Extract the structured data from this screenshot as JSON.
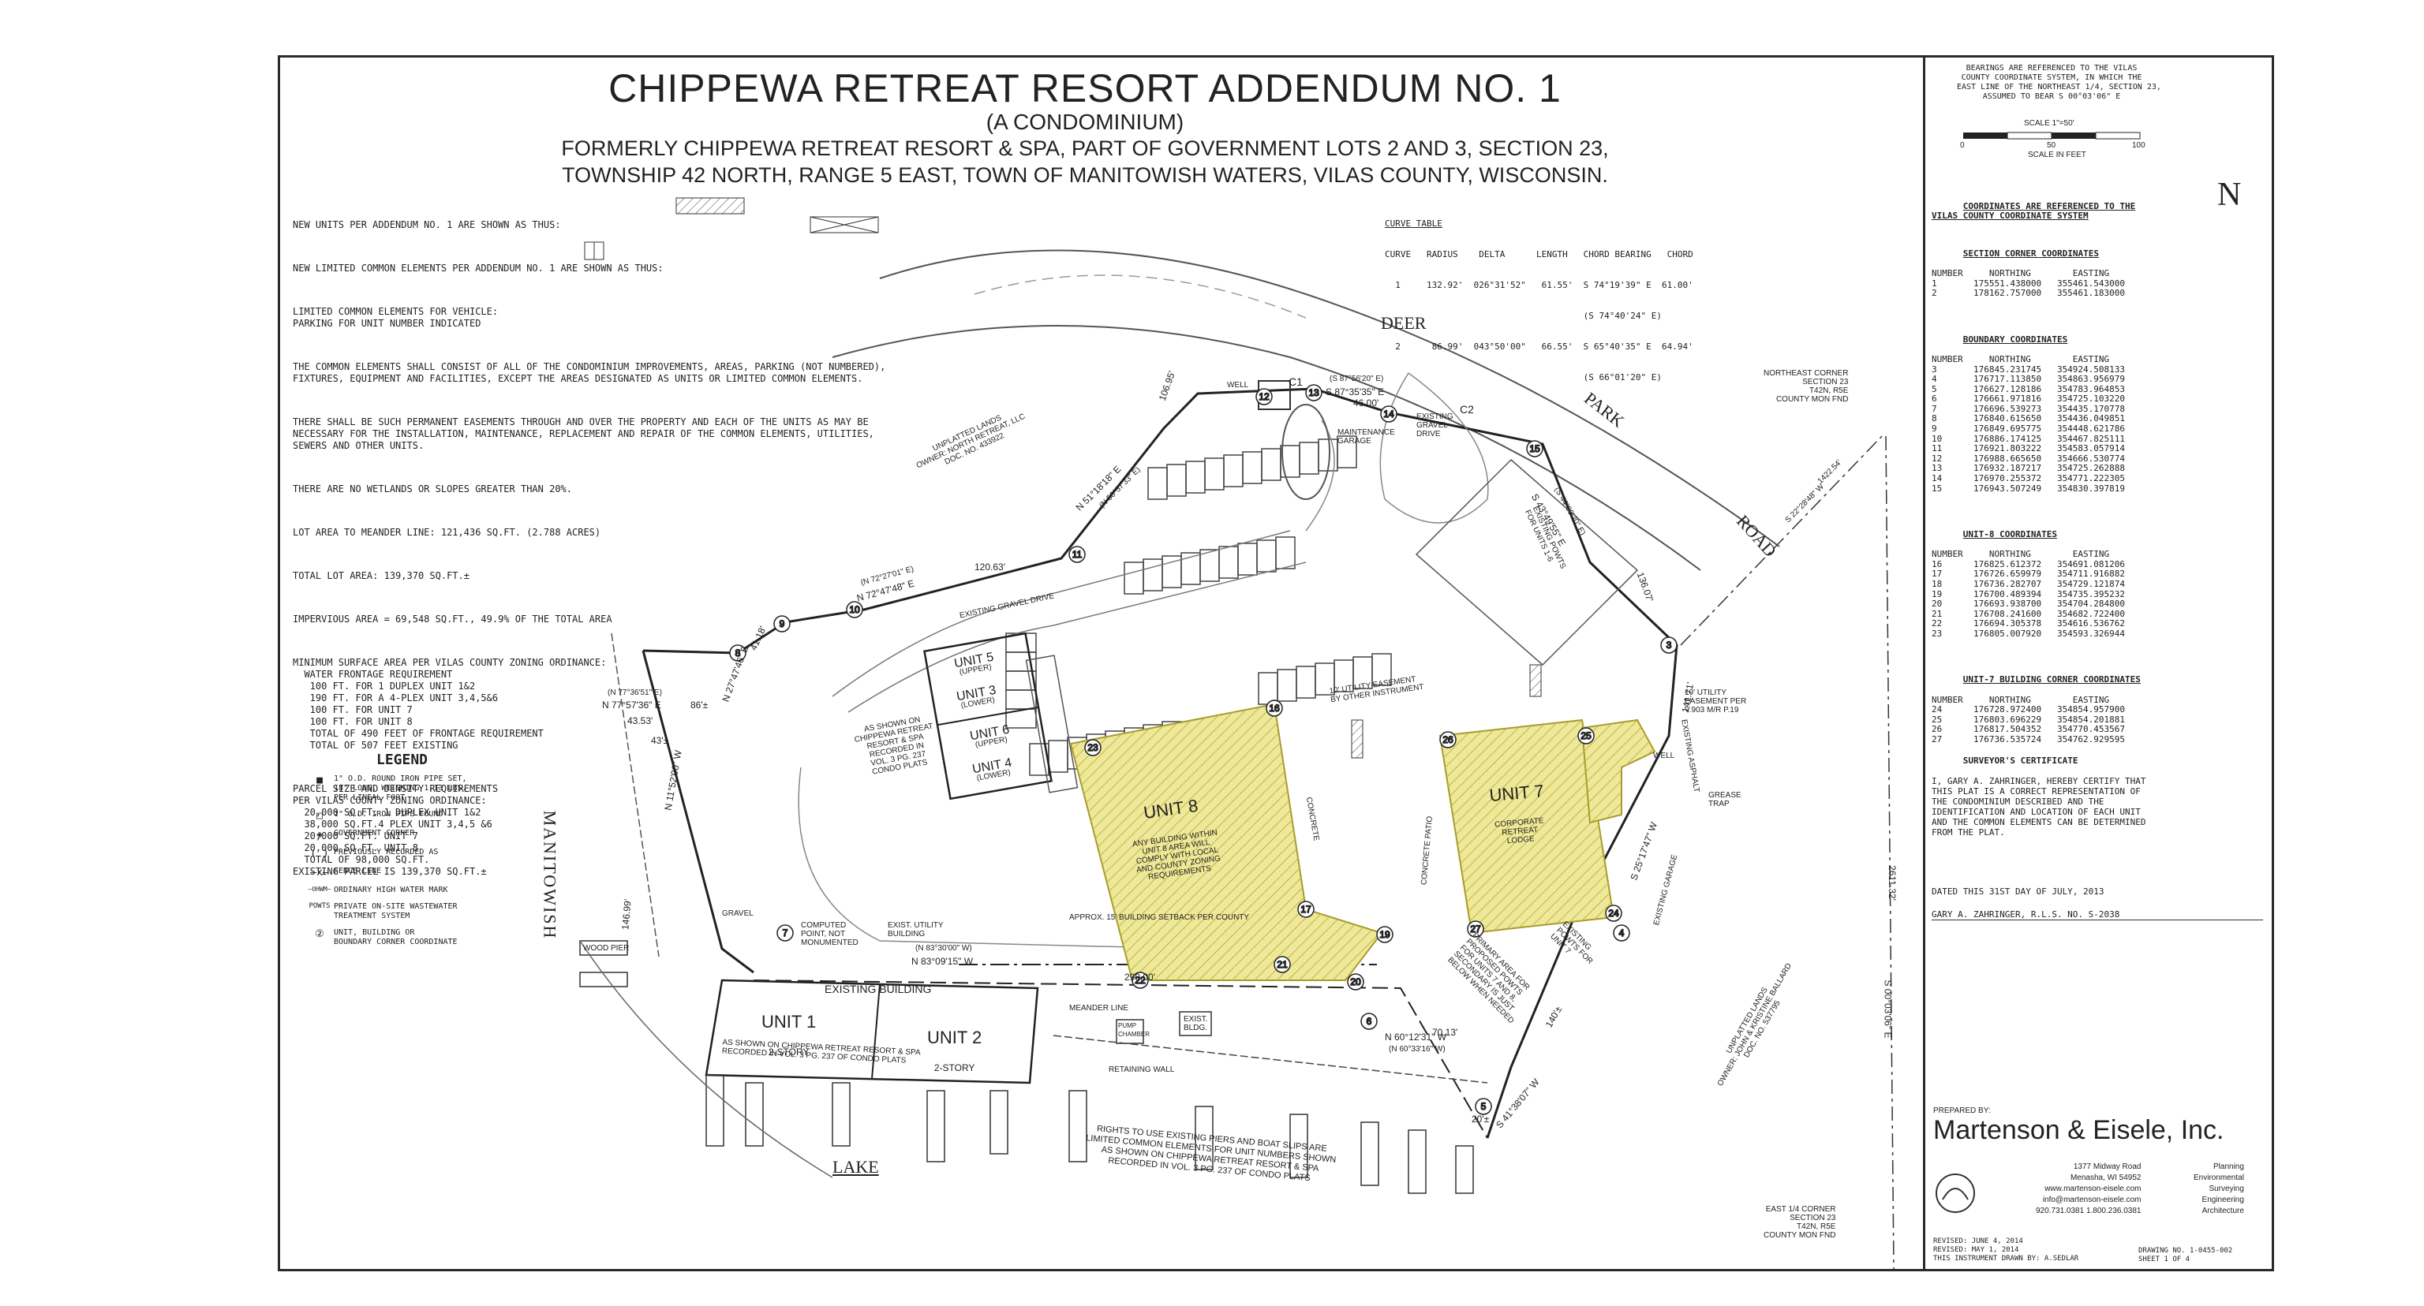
{
  "title": {
    "main": "CHIPPEWA RETREAT RESORT ADDENDUM NO. 1",
    "sub": "(A CONDOMINIUM)",
    "line3": "FORMERLY CHIPPEWA RETREAT RESORT & SPA, PART OF GOVERNMENT LOTS 2 AND 3, SECTION 23,",
    "line4": "TOWNSHIP 42 NORTH, RANGE 5 EAST, TOWN OF MANITOWISH WATERS, VILAS COUNTY, WISCONSIN."
  },
  "notes": {
    "n1": "NEW UNITS PER ADDENDUM NO. 1 ARE SHOWN AS THUS:",
    "n2": "NEW LIMITED COMMON ELEMENTS PER ADDENDUM NO. 1 ARE SHOWN AS THUS:",
    "n3": "LIMITED COMMON ELEMENTS FOR VEHICLE:\nPARKING FOR UNIT NUMBER INDICATED",
    "n4": "THE COMMON ELEMENTS SHALL CONSIST OF ALL OF THE CONDOMINIUM IMPROVEMENTS, AREAS, PARKING (NOT NUMBERED),\nFIXTURES, EQUIPMENT AND FACILITIES, EXCEPT THE AREAS DESIGNATED AS UNITS OR LIMITED COMMON ELEMENTS.",
    "n5": "THERE SHALL BE SUCH PERMANENT EASEMENTS THROUGH AND OVER THE PROPERTY AND EACH OF THE UNITS AS MAY BE\nNECESSARY FOR THE INSTALLATION, MAINTENANCE, REPLACEMENT AND REPAIR OF THE COMMON ELEMENTS, UTILITIES,\nSEWERS AND OTHER UNITS.",
    "n6": "THERE ARE NO WETLANDS OR SLOPES GREATER THAN 20%.",
    "n7": "LOT AREA TO MEANDER LINE: 121,436 SQ.FT. (2.788 ACRES)",
    "n8": "TOTAL LOT AREA: 139,370 SQ.FT.±",
    "n9": "IMPERVIOUS AREA = 69,548 SQ.FT., 49.9% OF THE TOTAL AREA",
    "n10": "MINIMUM SURFACE AREA PER VILAS COUNTY ZONING ORDINANCE:\n  WATER FRONTAGE REQUIREMENT\n   100 FT. FOR 1 DUPLEX UNIT 1&2\n   190 FT. FOR A 4-PLEX UNIT 3,4,5&6\n   100 FT. FOR UNIT 7\n   100 FT. FOR UNIT 8\n   TOTAL OF 490 FEET OF FRONTAGE REQUIREMENT\n   TOTAL OF 507 FEET EXISTING",
    "n11": "PARCEL SIZE AND DENSITY REQUIREMENTS\nPER VILAS COUNTY ZONING ORDINANCE:\n  20,000 SQ.FT. 1 DUPLEX UNIT 1&2\n  38,000 SQ.FT.4 PLEX UNIT 3,4,5 &6\n  20,000 SQ.FT. UNIT 7\n  20,000 SQ.FT. UNIT 8\n  TOTAL OF 98,000 SQ.FT.\nEXISTING PARCEL IS 139,370 SQ.FT.±"
  },
  "legend": {
    "title": "LEGEND",
    "items": [
      {
        "symbol": "■",
        "text": "1\" O.D. ROUND IRON PIPE SET,\n18\" LONG, WEIGHING 1.13 LBS.\nPER LINEAL FOOT"
      },
      {
        "symbol": "□",
        "text": "1\" O.D. IRON PIPE FOUND"
      },
      {
        "symbol": "◈",
        "text": "GOVERNMENT CORNER"
      },
      {
        "symbol": "( )",
        "text": "PREVIOUSLY RECORDED AS"
      },
      {
        "symbol": "—x—",
        "text": "FENCE LINE"
      },
      {
        "symbol": "—OHWM—",
        "text": "ORDINARY HIGH WATER MARK"
      },
      {
        "symbol": "POWTS",
        "text": "PRIVATE ON-SITE WASTEWATER\nTREATMENT SYSTEM"
      },
      {
        "symbol": "②",
        "text": "UNIT, BUILDING OR\nBOUNDARY CORNER COORDINATE"
      }
    ]
  },
  "curve_table": {
    "title": "CURVE TABLE",
    "header": "CURVE   RADIUS    DELTA      LENGTH   CHORD BEARING   CHORD",
    "rows": [
      "  1     132.92'  026°31'52\"   61.55'  S 74°19'39\" E  61.00'",
      "                                      (S 74°40'24\" E)",
      "  2      86.99'  043°50'00\"   66.55'  S 65°40'35\" E  64.94'",
      "                                      (S 66°01'20\" E)"
    ]
  },
  "bearings_note": "BEARINGS ARE REFERENCED TO THE VILAS\nCOUNTY COORDINATE SYSTEM, IN WHICH THE\nEAST LINE OF THE NORTHEAST 1/4, SECTION 23,\nASSUMED TO BEAR S 00°03'06\" E",
  "scale": {
    "label": "SCALE 1\"=50'",
    "t0": "0",
    "t50": "50",
    "t100": "100",
    "unit": "SCALE IN FEET"
  },
  "north": "N",
  "coordinates": {
    "heading": "COORDINATES ARE REFERENCED TO THE\nVILAS COUNTY COORDINATE SYSTEM",
    "section_title": "SECTION CORNER COORDINATES",
    "section_rows": "NUMBER     NORTHING        EASTING\n1       175551.438000   355461.543000\n2       178162.757000   355461.183000",
    "boundary_title": "BOUNDARY COORDINATES",
    "boundary_rows": "NUMBER     NORTHING        EASTING\n3       176845.231745   354924.508133\n4       176717.113850   354863.956979\n5       176627.128186   354783.964853\n6       176661.971816   354725.103220\n7       176696.539273   354435.170778\n8       176840.615650   354436.049851\n9       176849.695775   354448.621786\n10      176886.174125   354467.825111\n11      176921.803222   354583.057914\n12      176988.665650   354666.530774\n13      176932.187217   354725.262888\n14      176970.255372   354771.222305\n15      176943.507249   354830.397819",
    "unit8_title": "UNIT-8 COORDINATES",
    "unit8_rows": "NUMBER     NORTHING        EASTING\n16      176825.612372   354691.081206\n17      176726.659979   354711.916882\n18      176736.282707   354729.121874\n19      176700.489394   354735.395232\n20      176693.938700   354704.284800\n21      176708.241600   354682.722400\n22      176694.305378   354616.536762\n23      176805.007920   354593.326944",
    "unit7_title": "UNIT-7 BUILDING CORNER COORDINATES",
    "unit7_rows": "NUMBER     NORTHING        EASTING\n24      176728.972400   354854.957900\n25      176803.696229   354854.201881\n26      176817.504352   354770.453567\n27      176736.535724   354762.929595"
  },
  "surveyor": {
    "title": "SURVEYOR'S CERTIFICATE",
    "text": "I, GARY A. ZAHRINGER, HEREBY CERTIFY THAT\nTHIS PLAT IS A CORRECT REPRESENTATION OF\nTHE CONDOMINIUM DESCRIBED AND THE\nIDENTIFICATION AND LOCATION OF EACH UNIT\nAND THE COMMON ELEMENTS CAN BE DETERMINED\nFROM THE PLAT.",
    "dated": "DATED THIS 31ST DAY OF JULY, 2013",
    "signature": "GARY A. ZAHRINGER, R.L.S. NO. S-2038"
  },
  "firm": {
    "prepared_by": "PREPARED BY:",
    "name": "Martenson & Eisele, Inc.",
    "address": "1377 Midway Road\nMenasha, WI 54952\nwww.martenson-eisele.com\ninfo@martenson-eisele.com\n920.731.0381 1.800.236.0381",
    "services": "Planning\nEnvironmental\nSurveying\nEngineering\nArchitecture",
    "revised": "REVISED: JUNE 4, 2014\nREVISED: MAY 1, 2014\nTHIS INSTRUMENT DRAWN BY: A.SEDLAR",
    "drawing": "DRAWING NO. 1-0455-002\nSHEET 1 OF 4"
  },
  "map": {
    "deer": "DEER",
    "park": "PARK",
    "road": "ROAD",
    "manitowish": "MANITOWISH",
    "lake": "LAKE",
    "unit1": "UNIT 1",
    "unit1_sub": "2-STORY",
    "unit2": "UNIT 2",
    "unit2_sub": "2-STORY",
    "unit12_note": "AS SHOWN ON CHIPPEWA RETREAT RESORT & SPA\nRECORDED IN VOL. 3 PG. 237 OF CONDO PLATS",
    "existing_building": "EXISTING BUILDING",
    "unit5": "UNIT 5",
    "unit5_sub": "(UPPER)",
    "unit3": "UNIT 3",
    "unit3_sub": "(LOWER)",
    "unit6": "UNIT 6",
    "unit6_sub": "(UPPER)",
    "unit4": "UNIT 4",
    "unit4_sub": "(LOWER)",
    "unit3456_note": "AS SHOWN ON\nCHIPPEWA RETREAT\nRESORT & SPA\nRECORDED IN\nVOL. 3 PG. 237\nCONDO PLATS",
    "unit8": "UNIT 8",
    "unit8_note": "ANY BUILDING WITHIN\nUNIT 8 AREA WILL\nCOMPLY WITH LOCAL\nAND COUNTY ZONING\nREQUIREMENTS",
    "unit7": "UNIT 7",
    "unit7_note": "CORPORATE\nRETREAT\nLODGE",
    "unplatted_nw": "UNPLATTED LANDS\nOWNER: NORTH RETREAT, LLC\nDOC. NO. 433922",
    "unplatted_se": "UNPLATTED LANDS\nOWNER: JOHN & KRISTINE BALLARD\nDOC. NO. 537795",
    "ne_corner": "NORTHEAST CORNER\nSECTION 23\nT42N, R5E\nCOUNTY MON FND",
    "e_quarter": "EAST 1/4 CORNER\nSECTION 23\nT42N, R5E\nCOUNTY MON FND",
    "utility_east": "10' UTILITY\nEASEMENT PER\nV.903 M/R P.19",
    "utility_mid": "10' UTILITY EASEMENT\nBY OTHER INSTRUMENT",
    "maint_garage": "MAINTENANCE\nGARAGE",
    "gravel_drive": "EXISTING\nGRAVEL\nDRIVE",
    "existing_gravel_drive": "EXISTING GRAVEL DRIVE",
    "powts_16": "EXISTING POWTS\nFOR UNITS 1-6",
    "primary_area": "PRIMARY AREA FOR\nPROPOSED POWTS\nFOR UNITS 7 AND 8,\nSECONDARY IS JUST\nBELOW WHEN NEEDED",
    "existing_powts_7": "EXISTING\nPOWTS FOR\nUNIT 7",
    "concrete_patio": "CONCRETE PATIO",
    "concrete": "CONCRETE",
    "grease_trap": "GREASE\nTRAP",
    "well": "WELL",
    "well2": "WELL",
    "computed_point": "COMPUTED\nPOINT, NOT\nMONUMENTED",
    "utility_building": "EXIST. UTILITY\nBUILDING",
    "meander_line": "MEANDER LINE",
    "retaining_wall": "RETAINING WALL",
    "gravel": "GRAVEL",
    "existing_asphalt": "EXISTING ASPHALT",
    "existing_garage": "EXISTING GARAGE",
    "approx_line": "APPROX. 15' BUILDING SETBACK PER COUNTY",
    "wood_pier": "WOOD PIER",
    "pump_chamber": "PUMP\nCHAMBER",
    "exist_bldg": "EXIST.\nBLDG.",
    "pier_note": "RIGHTS TO USE EXISTING PIERS AND BOAT SLIPS ARE\nLIMITED COMMON ELEMENTS FOR UNIT NUMBERS SHOWN\nAS SHOWN ON CHIPPEWA RETREAT RESORT & SPA\nRECORDED IN VOL. 3 PG. 237 OF CONDO PLATS",
    "c1": "C1",
    "c2": "C2",
    "d_106": "106.95'",
    "d_120": "120.63'",
    "d_46": "46.00'",
    "d_136": "136.07'",
    "d_141": "141.71'",
    "d_41": "41.18'",
    "d_4353": "43.53'",
    "d_86": "86'±",
    "d_43": "43'±",
    "d_14699": "146.99'",
    "d_290": "290.00'",
    "d_7013": "70.13'",
    "d_140": "140'±",
    "d_20": "20'±",
    "b_n72": "N 72°47'48\" E",
    "b_n72p": "(N 72°27'01\" E)",
    "b_n51": "N 51°18'18\" E",
    "b_n51p": "(N 50°57'33\" E)",
    "b_s87": "S 87°35'35\" E",
    "b_s87p": "(S 87°56'20\" E)",
    "b_s43": "S 43°49'55\" E",
    "b_s43p": "(S 44°09'20\" E)",
    "b_n27": "N 27°47'46\" E",
    "b_n77": "N 77°57'36\" E",
    "b_n77p": "(N 77°36'51\" E)",
    "b_n11": "N 11°52'00\" W",
    "b_n83": "N 83°09'15\" W",
    "b_n83p": "(N 83°30'00\" W)",
    "b_n60": "N 60°12'31\" W",
    "b_n60p": "(N 60°33'16\" W)",
    "b_s41": "S 41°38'07\" W",
    "b_s25": "S 25°17'47\" W",
    "b_s00": "S 00°03'06\" E",
    "b_s89": "S 22°28'48\" W",
    "d_1422": "1422.54'",
    "d_2611": "2611.32'"
  },
  "colors": {
    "unit_fill": "#eee89a",
    "unit_stroke": "#a89b2a",
    "line": "#333333"
  }
}
